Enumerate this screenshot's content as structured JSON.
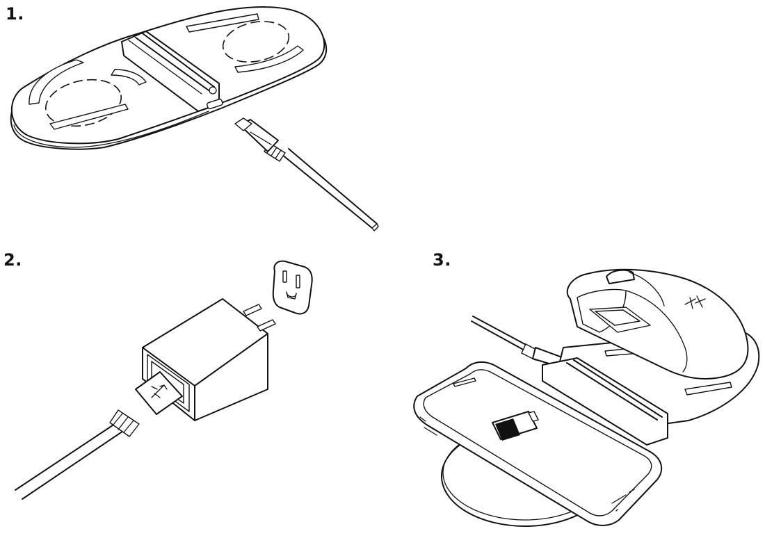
{
  "steps": [
    {
      "label": "1."
    },
    {
      "label": "2."
    },
    {
      "label": "3."
    }
  ],
  "colors": {
    "ink": "#111111",
    "paper": "#ffffff"
  },
  "icons": [
    "charging-pad",
    "usb-c-cable",
    "usb-wall-adapter",
    "outlet-plug",
    "smartphone",
    "wireless-mouse",
    "battery-charging-icon"
  ]
}
